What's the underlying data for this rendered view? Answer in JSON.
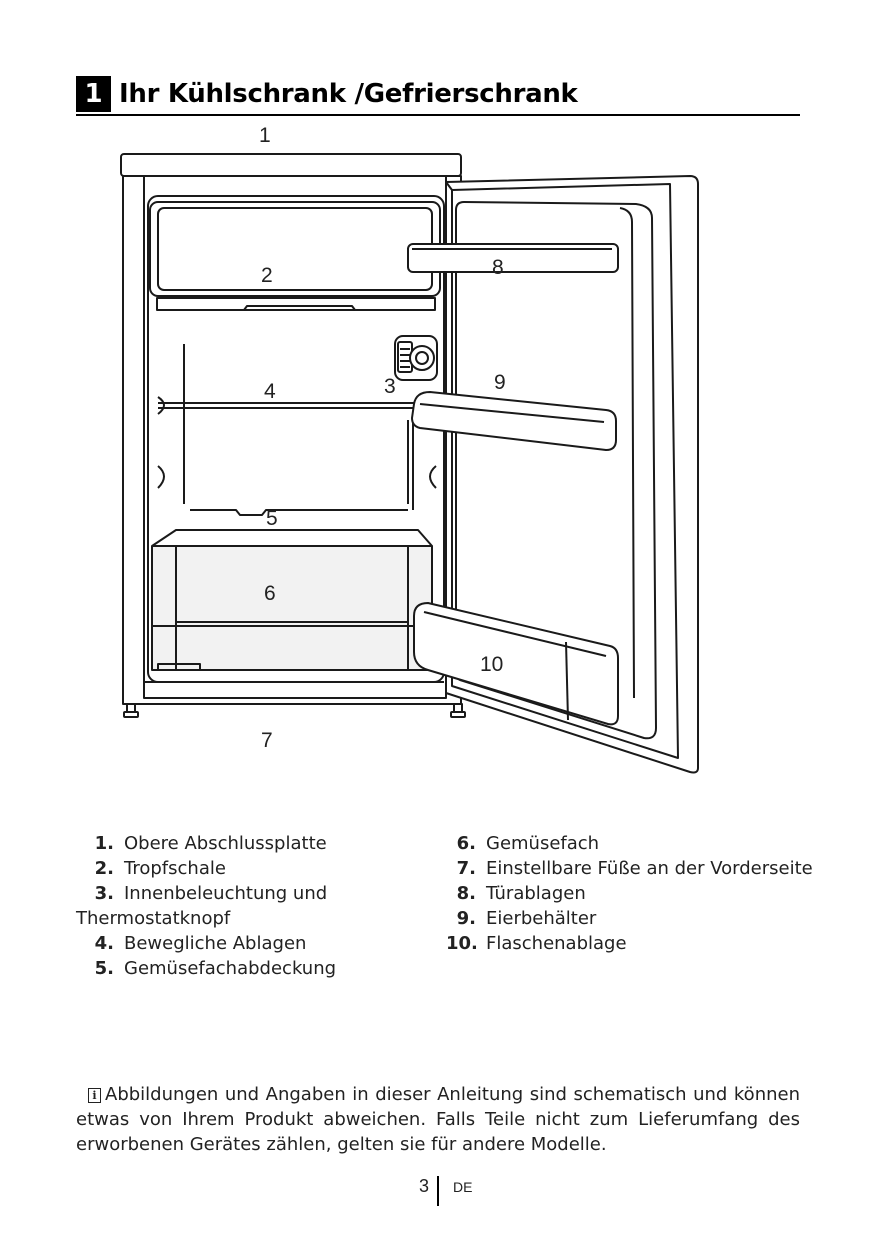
{
  "section": {
    "number": "1",
    "title": "Ihr Kühlschrank /Gefrierschrank"
  },
  "figure": {
    "callouts": [
      "1",
      "2",
      "3",
      "4",
      "5",
      "6",
      "7",
      "8",
      "9",
      "10"
    ]
  },
  "legend": {
    "left": [
      {
        "num": "1.",
        "text": "Obere Abschlussplatte"
      },
      {
        "num": "2.",
        "text": "Tropfschale"
      },
      {
        "num": "3.",
        "text": "Innenbeleuchtung und"
      },
      {
        "num": "",
        "text": "Thermostatknopf"
      },
      {
        "num": "4.",
        "text": "Bewegliche Ablagen"
      },
      {
        "num": "5.",
        "text": "Gemüsefachabdeckung"
      }
    ],
    "right": [
      {
        "num": "6.",
        "text": "Gemüsefach"
      },
      {
        "num": "7.",
        "text": "Einstellbare Füße an der Vorderseite"
      },
      {
        "num": "8.",
        "text": "Türablagen"
      },
      {
        "num": "9.",
        "text": "Eierbehälter"
      },
      {
        "num": "10.",
        "text": "Flaschenablage"
      }
    ]
  },
  "note": {
    "icon": "info-icon",
    "text": "Abbildungen und Angaben in dieser Anleitung sind schematisch und können etwas von Ihrem Produkt abweichen. Falls Teile nicht zum Lieferumfang des erworbenen Gerätes zählen, gelten sie für andere Modelle."
  },
  "footer": {
    "page": "3",
    "lang": "DE"
  }
}
